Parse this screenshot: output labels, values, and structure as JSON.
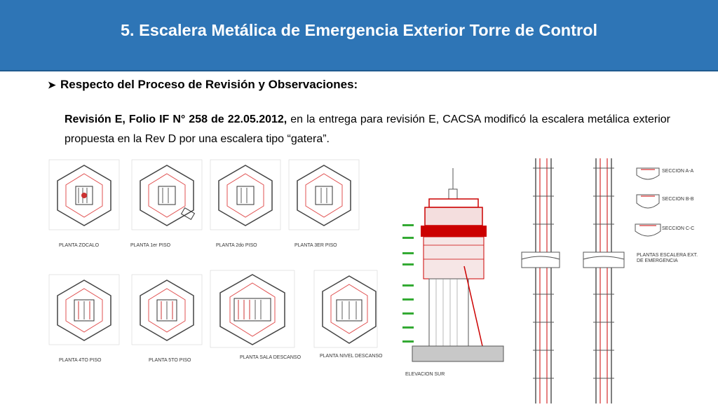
{
  "header": {
    "title": "5. Escalera Metálica de Emergencia Exterior Torre de Control"
  },
  "section": {
    "bullet": "Respecto del Proceso de Revisión y Observaciones:"
  },
  "paragraph": {
    "bold_part": "Revisión E, Folio IF N° 258 de 22.05.2012,",
    "text_part": " en la entrega para revisión E, CACSA modificó la escalera metálica exterior propuesta en la Rev D por una escalera tipo “gatera”."
  },
  "drawings": {
    "plans": [
      {
        "label": "PLANTA ZOCALO"
      },
      {
        "label": "PLANTA 1er PISO"
      },
      {
        "label": "PLANTA 2do PISO"
      },
      {
        "label": "PLANTA 3ER PISO"
      },
      {
        "label": "PLANTA 4TO PISO"
      },
      {
        "label": "PLANTA 5TO PISO"
      },
      {
        "label": "PLANTA SALA DESCANSO"
      },
      {
        "label": "PLANTA NIVEL DESCANSO"
      }
    ],
    "elevation_label": "ELEVACION SUR",
    "stair_label_line1": "PLANTAS ESCALERA EXT.",
    "stair_label_line2": "DE EMERGENCIA"
  }
}
